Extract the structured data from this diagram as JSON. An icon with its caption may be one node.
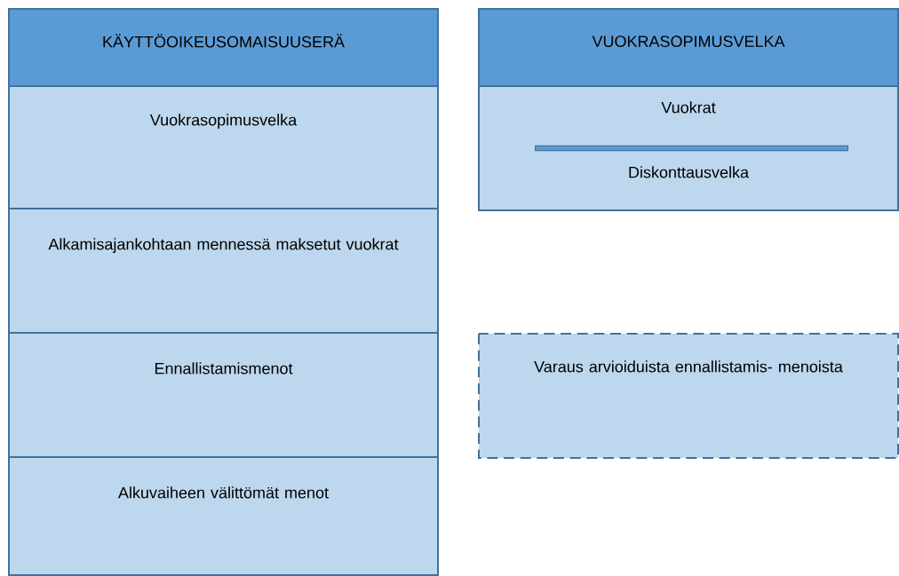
{
  "diagram": {
    "nodes": [
      {
        "text": [
          "KÄYTTÖOIKEUSOMAISUUSERÄ"
        ]
      },
      {
        "text": [
          "Vuokrasopimusvelka"
        ]
      },
      {
        "text": [
          "Alkamisajankohtaan mennessä maksetut vuokrat"
        ]
      },
      {
        "text": [
          "Ennallistamismenot"
        ]
      },
      {
        "text": [
          "Alkuvaiheen välittömät menot"
        ]
      },
      {
        "text": [
          "VUOKRASOPIMUSVELKA"
        ]
      },
      {
        "text": [
          "Vuokrat",
          "Diskonttausvelka"
        ]
      },
      {
        "text": [
          "Varaus arvioiduista ennallistamis- menoista"
        ]
      }
    ]
  }
}
